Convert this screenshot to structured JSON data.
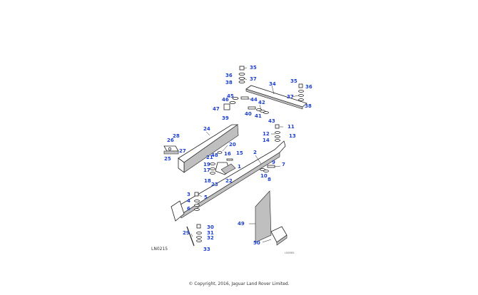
{
  "diagram": {
    "reference_code": "LN0215",
    "small_code": "LN0565",
    "copyright": "© Copyright, 2016, Jaguar Land Rover Limited.",
    "callouts": {
      "c1": "1",
      "c2": "2",
      "c3": "3",
      "c4": "4",
      "c5": "5",
      "c6": "6",
      "c7": "7",
      "c8": "8",
      "c9": "9",
      "c10": "10",
      "c11": "11",
      "c12": "12",
      "c13": "13",
      "c14": "14",
      "c15": "15",
      "c16": "16",
      "c17": "17",
      "c18": "18",
      "c19": "19",
      "c20": "20",
      "c21": "21",
      "c22": "22",
      "c23": "23",
      "c24": "24",
      "c25": "25",
      "c26": "26",
      "c27": "27",
      "c28": "28",
      "c29": "29",
      "c30": "30",
      "c31": "31",
      "c32": "32",
      "c33": "33",
      "c34": "34",
      "c35": "35",
      "c36": "36",
      "c37": "37",
      "c38": "38",
      "c39": "39",
      "c40": "40",
      "c41": "41",
      "c42": "42",
      "c43": "43",
      "c44": "44",
      "c45": "45",
      "c46": "46",
      "c47": "47",
      "c48": "48",
      "c49": "49",
      "c50": "50",
      "c35b": "35",
      "c36b": "36",
      "c37b": "37",
      "c38b": "38"
    }
  }
}
